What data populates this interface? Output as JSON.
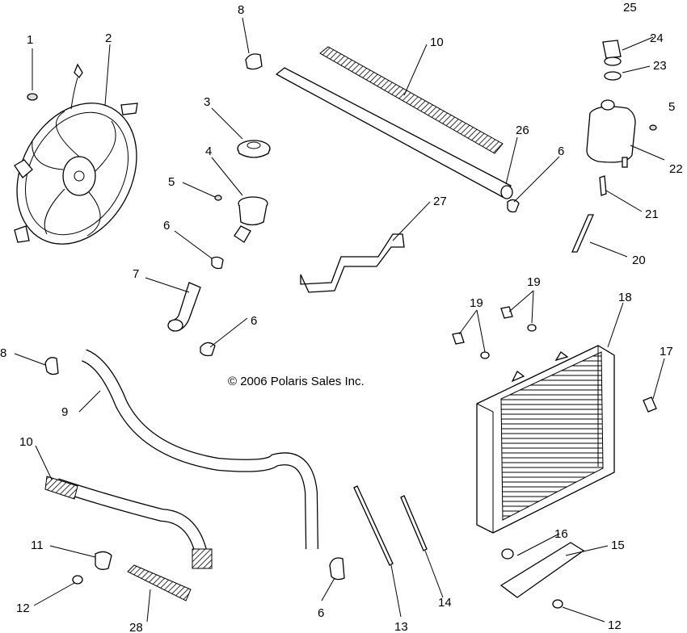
{
  "copyright": "© 2006 Polaris Sales Inc.",
  "callouts": [
    {
      "id": "c1",
      "text": "1"
    },
    {
      "id": "c2",
      "text": "2"
    },
    {
      "id": "c3",
      "text": "3"
    },
    {
      "id": "c4",
      "text": "4"
    },
    {
      "id": "c5a",
      "text": "5"
    },
    {
      "id": "c5b",
      "text": "5"
    },
    {
      "id": "c6a",
      "text": "6"
    },
    {
      "id": "c6b",
      "text": "6"
    },
    {
      "id": "c6c",
      "text": "6"
    },
    {
      "id": "c6d",
      "text": "6"
    },
    {
      "id": "c7",
      "text": "7"
    },
    {
      "id": "c8a",
      "text": "8"
    },
    {
      "id": "c8b",
      "text": "8"
    },
    {
      "id": "c9",
      "text": "9"
    },
    {
      "id": "c10a",
      "text": "10"
    },
    {
      "id": "c10b",
      "text": "10"
    },
    {
      "id": "c11",
      "text": "11"
    },
    {
      "id": "c12a",
      "text": "12"
    },
    {
      "id": "c12b",
      "text": "12"
    },
    {
      "id": "c13",
      "text": "13"
    },
    {
      "id": "c14",
      "text": "14"
    },
    {
      "id": "c15",
      "text": "15"
    },
    {
      "id": "c16",
      "text": "16"
    },
    {
      "id": "c17",
      "text": "17"
    },
    {
      "id": "c18",
      "text": "18"
    },
    {
      "id": "c19a",
      "text": "19"
    },
    {
      "id": "c19b",
      "text": "19"
    },
    {
      "id": "c20",
      "text": "20"
    },
    {
      "id": "c21",
      "text": "21"
    },
    {
      "id": "c22",
      "text": "22"
    },
    {
      "id": "c23",
      "text": "23"
    },
    {
      "id": "c24",
      "text": "24"
    },
    {
      "id": "c25",
      "text": "25"
    },
    {
      "id": "c26",
      "text": "26"
    },
    {
      "id": "c27",
      "text": "27"
    },
    {
      "id": "c28",
      "text": "28"
    }
  ]
}
